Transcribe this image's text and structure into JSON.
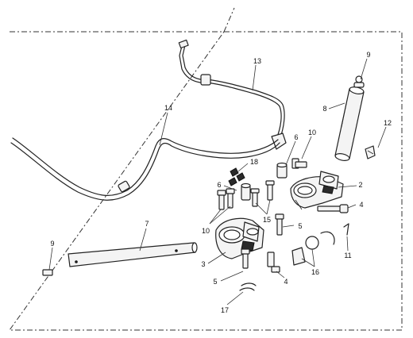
{
  "diagram": {
    "callouts": [
      {
        "id": "c13",
        "label": "13"
      },
      {
        "id": "c9a",
        "label": "9"
      },
      {
        "id": "c14",
        "label": "14"
      },
      {
        "id": "c8",
        "label": "8"
      },
      {
        "id": "c12",
        "label": "12"
      },
      {
        "id": "c10a",
        "label": "10"
      },
      {
        "id": "c6a",
        "label": "6"
      },
      {
        "id": "c18",
        "label": "18"
      },
      {
        "id": "c6b",
        "label": "6"
      },
      {
        "id": "c2",
        "label": "2"
      },
      {
        "id": "c4a",
        "label": "4"
      },
      {
        "id": "c15",
        "label": "15"
      },
      {
        "id": "c7",
        "label": "7"
      },
      {
        "id": "c10b",
        "label": "10"
      },
      {
        "id": "c5a",
        "label": "5"
      },
      {
        "id": "c9b",
        "label": "9"
      },
      {
        "id": "c11",
        "label": "11"
      },
      {
        "id": "c3",
        "label": "3"
      },
      {
        "id": "c16",
        "label": "16"
      },
      {
        "id": "c4b",
        "label": "4"
      },
      {
        "id": "c5b",
        "label": "5"
      },
      {
        "id": "c17",
        "label": "17"
      }
    ]
  }
}
